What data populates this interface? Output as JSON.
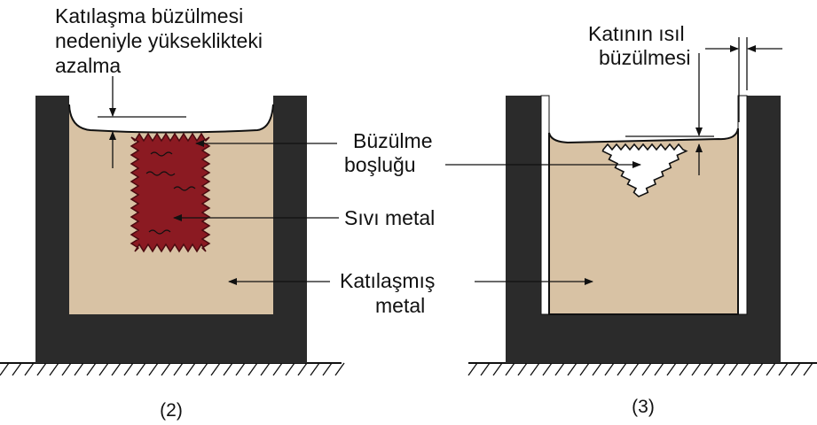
{
  "colors": {
    "mold": "#2b2b2b",
    "solid_metal": "#d8c2a4",
    "liquid_metal": "#8b1a22",
    "void": "#ffffff",
    "line": "#111111"
  },
  "left_panel": {
    "caption": "(2)",
    "label_height_loss": [
      "Katılaşma büzülmesi",
      "nedeniyle yükseklikteki",
      "azalma"
    ],
    "label_shrinkage_cavity": [
      "Büzülme",
      "boşluğu"
    ],
    "label_liquid": "Sıvı metal",
    "label_solidified": [
      "Katılaşmış",
      "metal"
    ]
  },
  "right_panel": {
    "caption": "(3)",
    "label_thermal_shrinkage": [
      "Katının ısıl",
      "büzülmesi"
    ]
  },
  "icons": {
    "ground": "hatched-ground-icon",
    "arrow": "arrow-icon"
  }
}
